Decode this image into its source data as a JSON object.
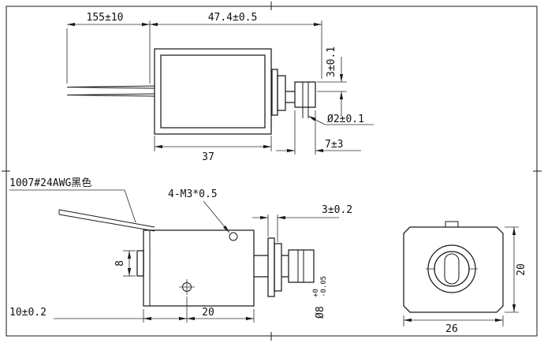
{
  "colors": {
    "line": "#1a1a1a",
    "background": "#ffffff"
  },
  "views": {
    "side_top": {
      "dims": {
        "lead_length": "155±10",
        "overall_length": "47.4±0.5",
        "pin_offset": "3±0.1",
        "pin_hole_diameter": "Ø2±0.1",
        "stroke": "7±3",
        "frame_length": "37"
      }
    },
    "side_bottom": {
      "wire_spec": "1007#24AWG黑色",
      "thread_spec": "4-M3*0.5",
      "dims": {
        "flange_offset": "3±0.2",
        "slot_height": "8",
        "hole_position": "10±0.2",
        "hole_spacing": "20",
        "shaft_diameter": "Ø8",
        "shaft_tol_upper": "+0",
        "shaft_tol_lower": "-0.05"
      }
    },
    "end": {
      "dims": {
        "body_height": "20",
        "body_width": "26"
      }
    }
  }
}
